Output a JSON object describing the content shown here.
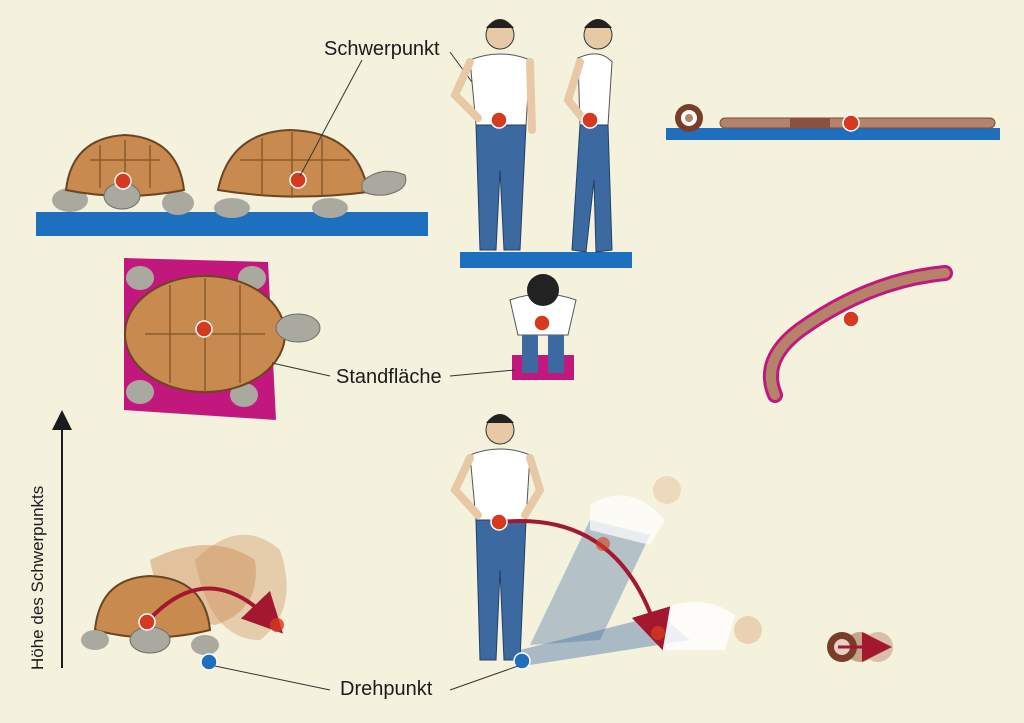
{
  "labels": {
    "center_of_gravity": "Schwerpunkt",
    "support_area": "Standfläche",
    "pivot_point": "Drehpunkt",
    "height_axis": "Höhe des Schwerpunkts"
  },
  "colors": {
    "background": "#f4f1dd",
    "ground": "#1f6fbf",
    "support_area": "#c2187e",
    "center_of_gravity_dot": "#d63a1e",
    "pivot_dot": "#1f6fbf",
    "motion_arrow": "#a3182e",
    "shell": "#c98a4f",
    "skin": "#a9a9a0",
    "jeans": "#3c6aa0",
    "shirt": "#ffffff",
    "worm": "#b5826a"
  },
  "icons": [
    "tortoise-icon",
    "man-standing-icon",
    "man-side-icon",
    "man-top-view-icon",
    "earthworm-icon"
  ]
}
